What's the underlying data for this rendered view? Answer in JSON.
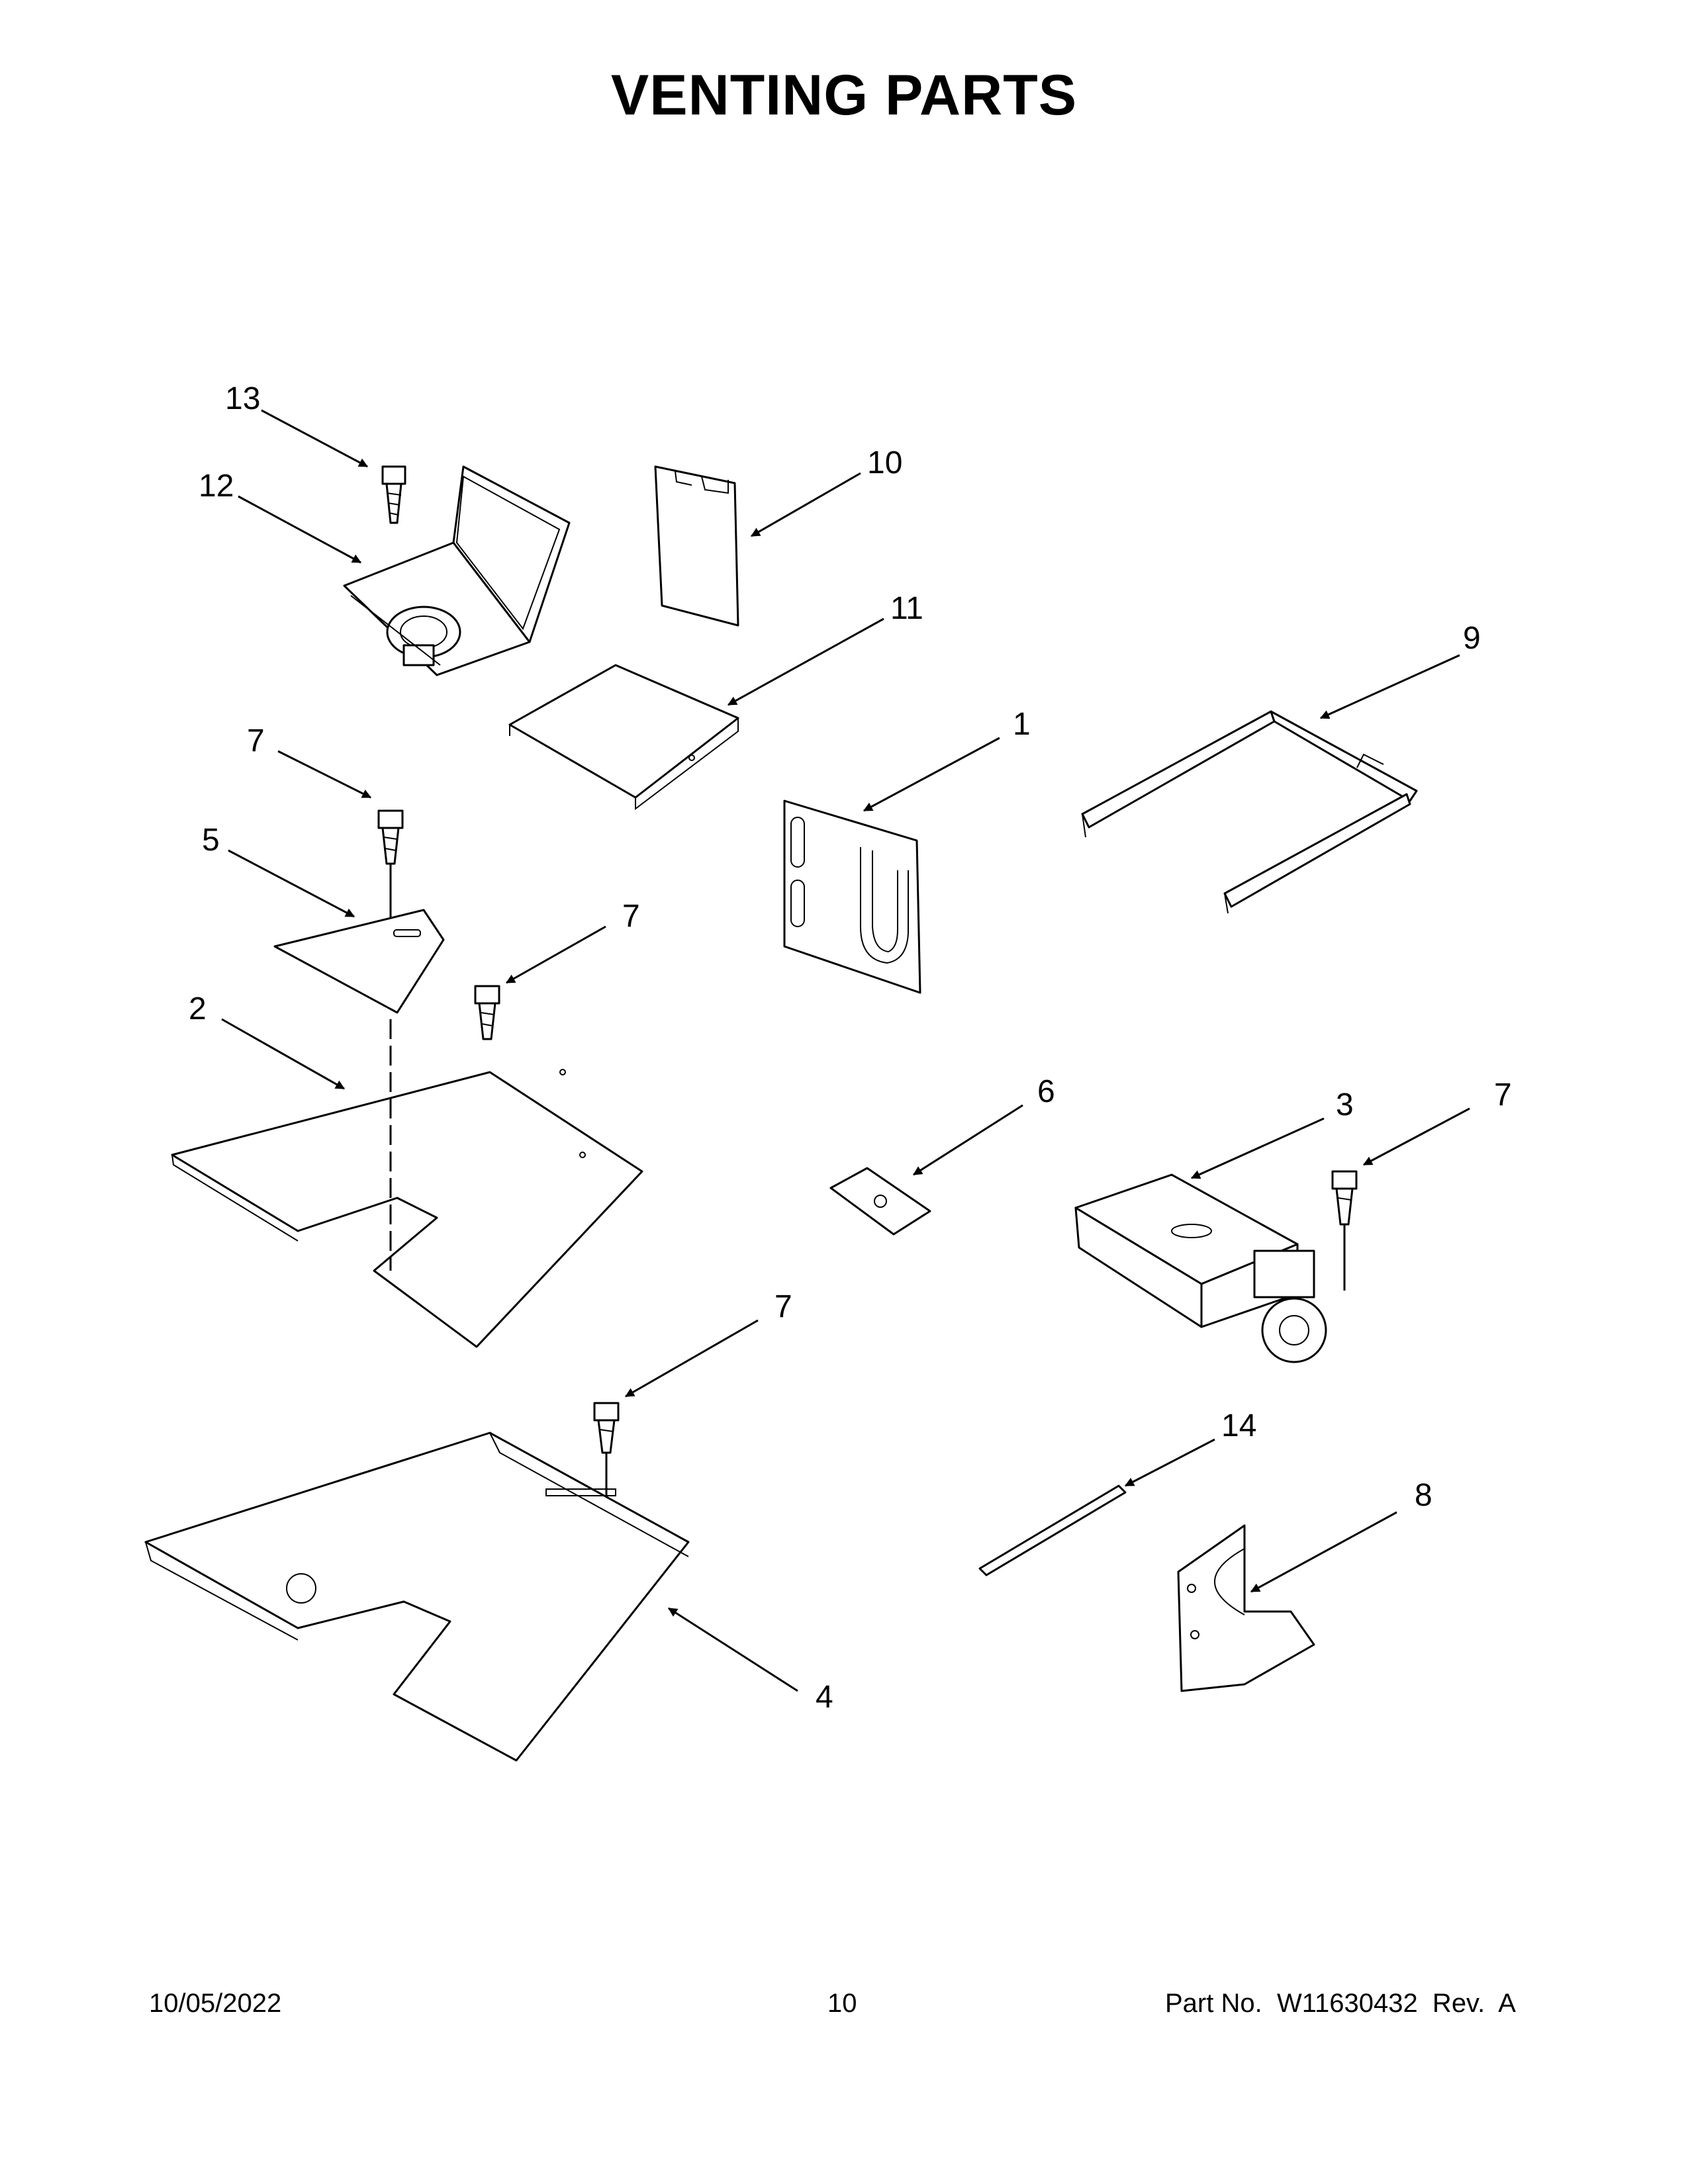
{
  "page": {
    "title": "VENTING PARTS"
  },
  "callouts": [
    {
      "id": "c13a",
      "label": "13"
    },
    {
      "id": "c12",
      "label": "12"
    },
    {
      "id": "c10",
      "label": "10"
    },
    {
      "id": "c11",
      "label": "11"
    },
    {
      "id": "c9",
      "label": "9"
    },
    {
      "id": "c1",
      "label": "1"
    },
    {
      "id": "c7a",
      "label": "7"
    },
    {
      "id": "c5",
      "label": "5"
    },
    {
      "id": "c7b",
      "label": "7"
    },
    {
      "id": "c2",
      "label": "2"
    },
    {
      "id": "c6",
      "label": "6"
    },
    {
      "id": "c3",
      "label": "3"
    },
    {
      "id": "c7c",
      "label": "7"
    },
    {
      "id": "c7d",
      "label": "7"
    },
    {
      "id": "c14",
      "label": "14"
    },
    {
      "id": "c8",
      "label": "8"
    },
    {
      "id": "c4",
      "label": "4"
    }
  ],
  "footer": {
    "date": "10/05/2022",
    "page_number": "10",
    "part_number": "Part No.  W11630432  Rev.  A"
  }
}
